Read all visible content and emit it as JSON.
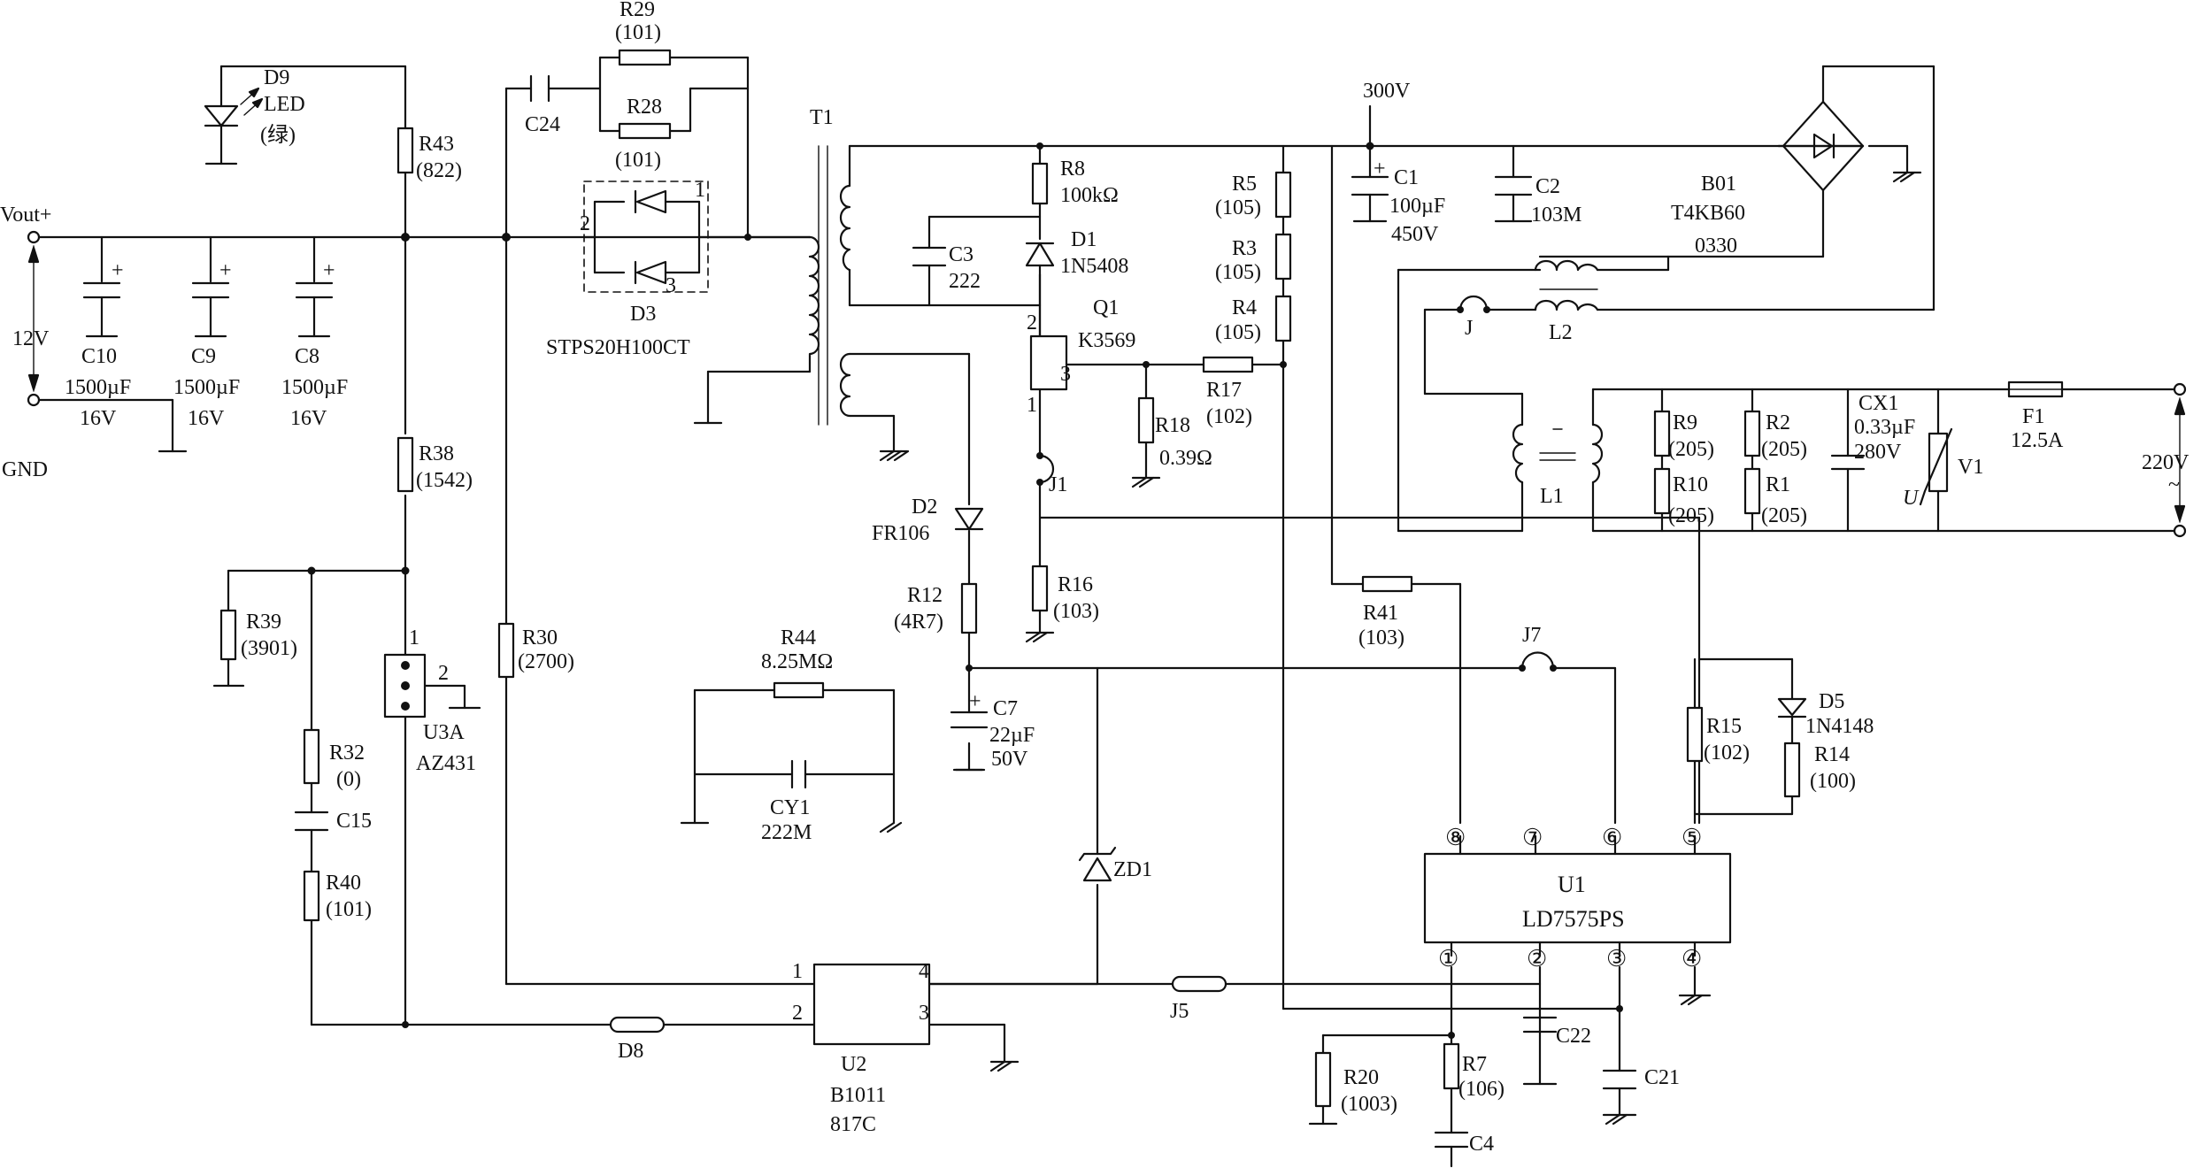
{
  "nets": {
    "vout": "Vout+",
    "gnd": "GND",
    "v12": "12V",
    "v300": "300V",
    "v220": "220V",
    "ac_tilde": "~"
  },
  "components": {
    "D9": {
      "ref": "D9",
      "type": "LED",
      "color": "(绿)"
    },
    "R43": {
      "ref": "R43",
      "value": "(822)"
    },
    "C24": {
      "ref": "C24"
    },
    "R29": {
      "ref": "R29",
      "value": "(101)"
    },
    "R28": {
      "ref": "R28",
      "value": "(101)"
    },
    "D3": {
      "ref": "D3",
      "part": "STPS20H100CT",
      "pin1": "1",
      "pin2": "2",
      "pin3": "3"
    },
    "C10": {
      "ref": "C10",
      "value": "1500µF",
      "voltage": "16V"
    },
    "C9": {
      "ref": "C9",
      "value": "1500µF",
      "voltage": "16V"
    },
    "C8": {
      "ref": "C8",
      "value": "1500µF",
      "voltage": "16V"
    },
    "T1": {
      "ref": "T1"
    },
    "R8": {
      "ref": "R8",
      "value": "100kΩ"
    },
    "C3": {
      "ref": "C3",
      "value": "222"
    },
    "D1": {
      "ref": "D1",
      "part": "1N5408"
    },
    "Q1": {
      "ref": "Q1",
      "part": "K3569",
      "pin1": "1",
      "pin2": "2",
      "pin3": "3"
    },
    "R5": {
      "ref": "R5",
      "value": "(105)"
    },
    "R3": {
      "ref": "R3",
      "value": "(105)"
    },
    "R4": {
      "ref": "R4",
      "value": "(105)"
    },
    "R17": {
      "ref": "R17",
      "value": "(102)"
    },
    "R18": {
      "ref": "R18",
      "value": "0.39Ω"
    },
    "J1": {
      "ref": "J1"
    },
    "C1": {
      "ref": "C1",
      "value": "100µF",
      "voltage": "450V",
      "polarity": "+"
    },
    "C2": {
      "ref": "C2",
      "value": "103M"
    },
    "B01": {
      "ref": "B01",
      "part": "T4KB60",
      "code": "0330"
    },
    "J": {
      "ref": "J"
    },
    "L2": {
      "ref": "L2"
    },
    "L1": {
      "ref": "L1"
    },
    "R9": {
      "ref": "R9",
      "value": "(205)"
    },
    "R10": {
      "ref": "R10",
      "value": "(205)"
    },
    "R2": {
      "ref": "R2",
      "value": "(205)"
    },
    "R1": {
      "ref": "R1",
      "value": "(205)"
    },
    "CX1": {
      "ref": "CX1",
      "value": "0.33µF",
      "voltage": "280V"
    },
    "F1": {
      "ref": "F1",
      "value": "12.5A"
    },
    "V1": {
      "ref": "V1",
      "symbol": "U"
    },
    "R38": {
      "ref": "R38",
      "value": "(1542)"
    },
    "R39": {
      "ref": "R39",
      "value": "(3901)"
    },
    "U3A": {
      "ref": "U3A",
      "part": "AZ431",
      "pin1": "1",
      "pin2": "2"
    },
    "R32": {
      "ref": "R32",
      "value": "(0)"
    },
    "C15": {
      "ref": "C15"
    },
    "R40": {
      "ref": "R40",
      "value": "(101)"
    },
    "R30": {
      "ref": "R30",
      "value": "(2700)"
    },
    "D2": {
      "ref": "D2",
      "part": "FR106"
    },
    "R12": {
      "ref": "R12",
      "value": "(4R7)"
    },
    "C7": {
      "ref": "C7",
      "value": "22µF",
      "voltage": "50V",
      "polarity": "+"
    },
    "R44": {
      "ref": "R44",
      "value": "8.25MΩ"
    },
    "CY1": {
      "ref": "CY1",
      "value": "222M"
    },
    "R16": {
      "ref": "R16",
      "value": "(103)"
    },
    "R41": {
      "ref": "R41",
      "value": "(103)"
    },
    "J7": {
      "ref": "J7"
    },
    "R15": {
      "ref": "R15",
      "value": "(102)"
    },
    "D5": {
      "ref": "D5",
      "part": "1N4148"
    },
    "R14": {
      "ref": "R14",
      "value": "(100)"
    },
    "ZD1": {
      "ref": "ZD1"
    },
    "U1": {
      "ref": "U1",
      "part": "LD7575PS",
      "pins": [
        "⑧",
        "⑦",
        "⑥",
        "⑤",
        "①",
        "②",
        "③",
        "④"
      ]
    },
    "U2": {
      "ref": "U2",
      "part": "B1011",
      "code": "817C",
      "pin1": "1",
      "pin2": "2",
      "pin3": "3",
      "pin4": "4"
    },
    "D8": {
      "ref": "D8"
    },
    "J5": {
      "ref": "J5"
    },
    "C22": {
      "ref": "C22"
    },
    "C21": {
      "ref": "C21"
    },
    "R20": {
      "ref": "R20",
      "value": "(1003)"
    },
    "R7": {
      "ref": "R7",
      "value": "(106)"
    },
    "C4": {
      "ref": "C4"
    }
  }
}
